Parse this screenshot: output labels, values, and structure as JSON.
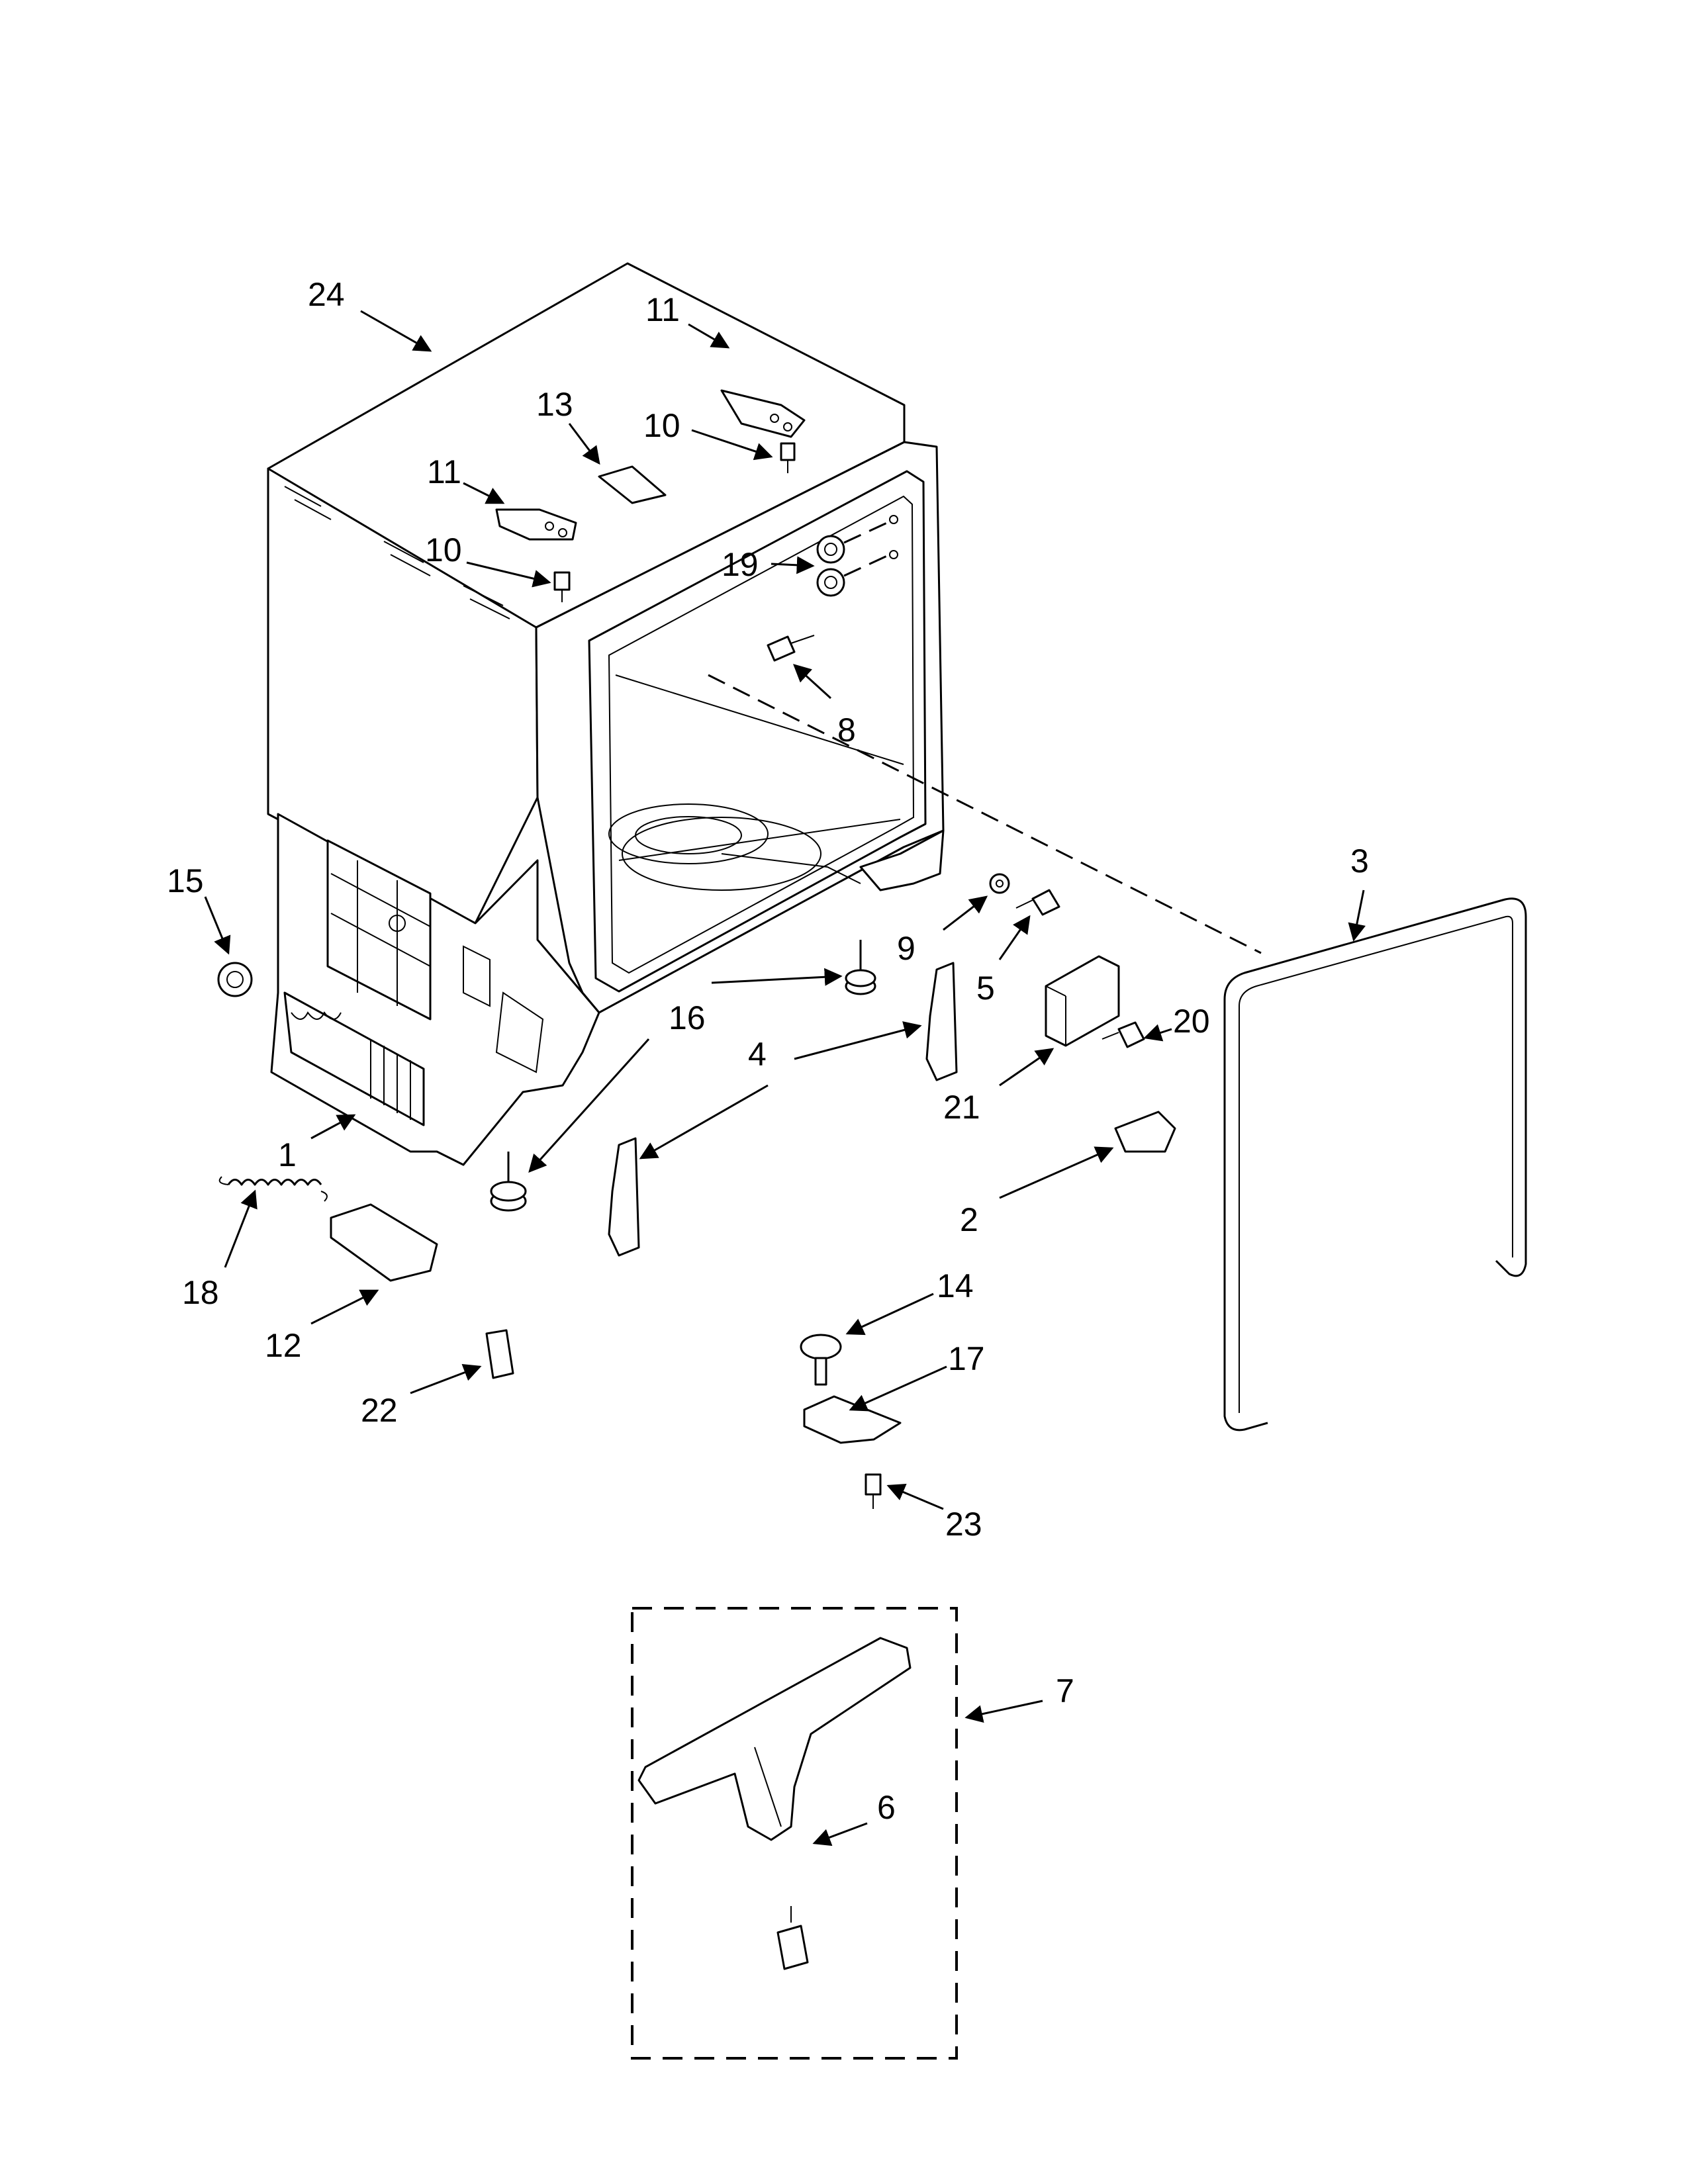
{
  "callouts": {
    "c24": "24",
    "c11a": "11",
    "c11b": "11",
    "c13": "13",
    "c10a": "10",
    "c10b": "10",
    "c19": "19",
    "c8": "8",
    "c15": "15",
    "c1": "1",
    "c16": "16",
    "c4": "4",
    "c9": "9",
    "c5": "5",
    "c20": "20",
    "c21": "21",
    "c3": "3",
    "c2": "2",
    "c18": "18",
    "c12": "12",
    "c22": "22",
    "c14": "14",
    "c17": "17",
    "c23": "23",
    "c7": "7",
    "c6": "6"
  }
}
